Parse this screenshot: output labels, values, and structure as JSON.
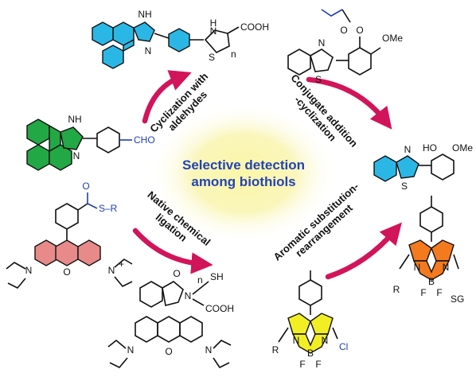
{
  "center": {
    "line1": "Selective detection",
    "line2": "among biothiols"
  },
  "reactions": {
    "cyclization": {
      "line1": "Cyclization with",
      "line2": "aldehydes"
    },
    "conjugate": {
      "line1": "Conjugate addition",
      "line2": "-cyclization"
    },
    "native": {
      "line1": "Native chemical",
      "line2": "ligation"
    },
    "aromatic": {
      "line1": "Aromatic substitution-",
      "line2": "rearrangement"
    }
  },
  "atoms": {
    "nh": "NH",
    "h": "H",
    "n": "N",
    "s": "S",
    "o": "O",
    "cooh": "COOH",
    "cho": "CHO",
    "ome": "OMe",
    "ho": "HO",
    "sh": "SH",
    "sg": "SG",
    "cl": "Cl",
    "r": "R",
    "b": "B",
    "f": "F",
    "s_r": "S–R",
    "n_plus": "N",
    "plus": "+",
    "n_sub": "n"
  },
  "colors": {
    "phenanthrene": "#2bb7e6",
    "phenanthrene_green": "#23a846",
    "benzothiazole": "#2bb7e6",
    "xanthene": "#e88a8a",
    "bodipy_yellow": "#f2ee24",
    "bodipy_orange": "#f47a20",
    "arrow": "#d2145a",
    "center_glow": "#f5f08a",
    "center_text": "#2444b3",
    "substituent_blue": "#1f3fb0"
  }
}
